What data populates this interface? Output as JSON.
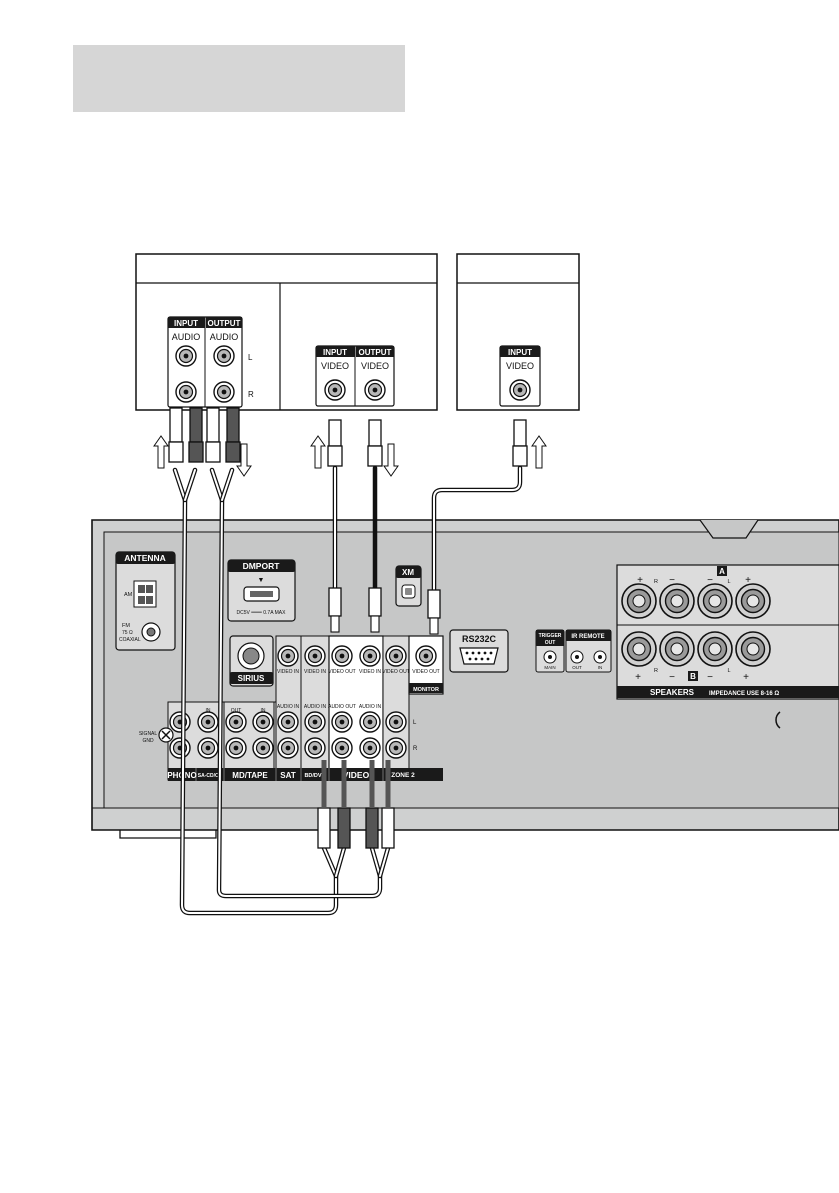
{
  "colors": {
    "panel": "#c8c9c9",
    "panel_dark": "#8c8c8c",
    "header_bar": "#d6d6d6",
    "highlight": "#ffffff",
    "label_bg": "#1a1a1a"
  },
  "devices": {
    "recorder_audio": {
      "input": "INPUT",
      "output": "OUTPUT",
      "audio1": "AUDIO",
      "audio2": "AUDIO",
      "left": "L",
      "right": "R"
    },
    "recorder_video": {
      "input": "INPUT",
      "output": "OUTPUT",
      "video1": "VIDEO",
      "video2": "VIDEO"
    },
    "monitor": {
      "input": "INPUT",
      "video": "VIDEO"
    }
  },
  "receiver": {
    "antenna": {
      "title": "ANTENNA",
      "am": "AM",
      "fm1": "FM",
      "fm2": "75 Ω",
      "fm3": "COAXIAL"
    },
    "dmport": {
      "title": "DMPORT",
      "arrow": "▼",
      "rating": "DC5V ═══ 0.7A MAX"
    },
    "xm": "XM",
    "sirius": "SIRIUS",
    "rs232c": "RS232C",
    "trigger": {
      "line1": "TRIGGER",
      "line2": "OUT",
      "main": "MAIN"
    },
    "ir_remote": {
      "title": "IR REMOTE",
      "out": "OUT",
      "in": "IN"
    },
    "signal_gnd": {
      "line1": "SIGNAL",
      "line2": "GND"
    },
    "jack_labels": {
      "video_in": "VIDEO IN",
      "video_out": "VIDEO OUT",
      "audio_in": "AUDIO IN",
      "audio_out": "AUDIO OUT",
      "in": "IN",
      "out": "OUT",
      "l": "L",
      "r": "R"
    },
    "sections": {
      "phono": "PHONO",
      "sacd": "SA-CD/CD",
      "mdtape": "MD/TAPE",
      "sat": "SAT",
      "bddvd": "BD/DVD",
      "video": "VIDEO",
      "zone2": "ZONE 2",
      "monitor": "MONITOR"
    },
    "speakers": {
      "a": "A",
      "b": "B",
      "plus": "+",
      "minus": "−",
      "r": "R",
      "l": "L",
      "title": "SPEAKERS",
      "impedance": "IMPEDANCE USE 8-16 Ω"
    }
  }
}
